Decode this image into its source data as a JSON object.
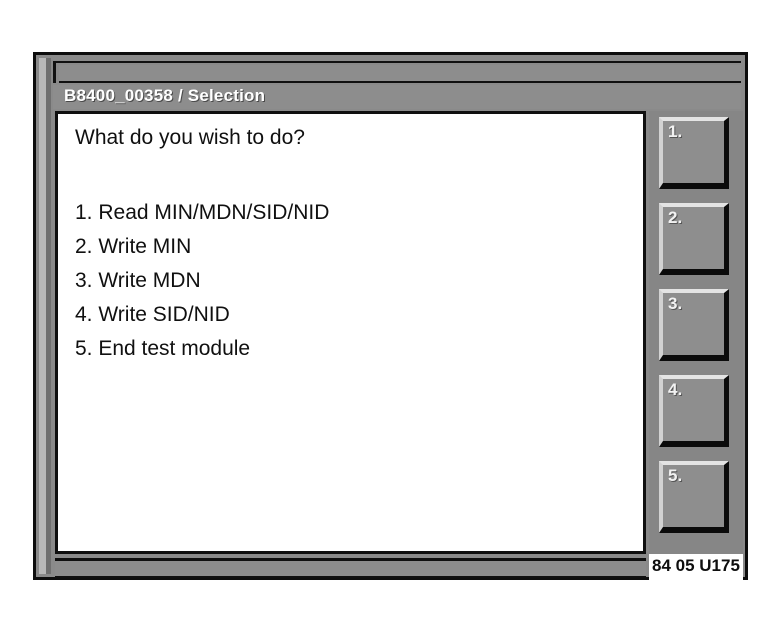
{
  "window": {
    "title": "B8400_00358 / Selection"
  },
  "content": {
    "prompt": "What do you wish to do?",
    "menu_items": [
      {
        "label": "1. Read MIN/MDN/SID/NID"
      },
      {
        "label": "2. Write MIN"
      },
      {
        "label": "3. Write MDN"
      },
      {
        "label": "4. Write SID/NID"
      },
      {
        "label": "5. End test module"
      }
    ]
  },
  "softkeys": [
    {
      "label": "1."
    },
    {
      "label": "2."
    },
    {
      "label": "3."
    },
    {
      "label": "4."
    },
    {
      "label": "5."
    }
  ],
  "status": {
    "code": "84 05 U175"
  },
  "colors": {
    "frame_gray": "#8a8a8a",
    "panel_gray": "#868686",
    "border_black": "#0f0f0f",
    "content_white": "#ffffff",
    "label_white": "#f2f2f2"
  }
}
